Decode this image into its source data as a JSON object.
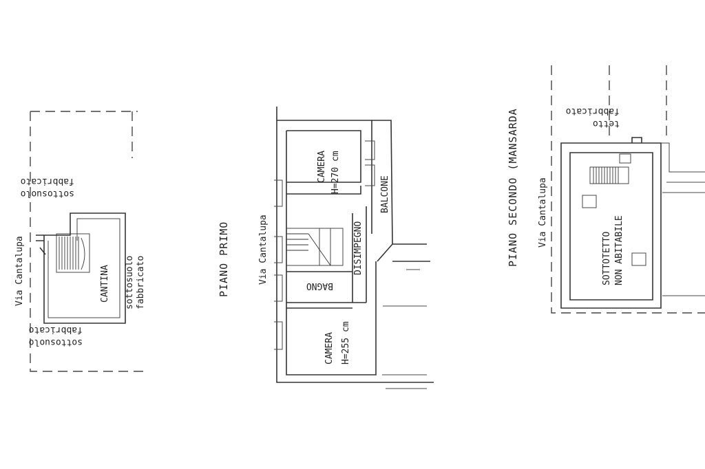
{
  "basement": {
    "street": "Via Cantalupa",
    "neighbor_top": "sottosuolo\nfabbricato",
    "neighbor_right": "sottosuolo\nfabbricato",
    "neighbor_bottom": "sottosuolo\nfabbricato",
    "room": "CANTINA"
  },
  "first_floor": {
    "title": "PIANO PRIMO",
    "street": "Via Cantalupa",
    "room_top": "CAMERA",
    "room_top_height": "H=270 cm",
    "balcony": "BALCONE",
    "hallway": "DISIMPEGNO",
    "bathroom": "BAGNO",
    "room_bottom": "CAMERA",
    "room_bottom_height": "H=255 cm"
  },
  "second_floor": {
    "title": "PIANO SECONDO (MANSARDA",
    "street": "Via Cantalupa",
    "neighbor_top": "tetto\nfabbricato",
    "attic_line1": "SOTTOTETTO",
    "attic_line2": "NON ABITABILE"
  }
}
